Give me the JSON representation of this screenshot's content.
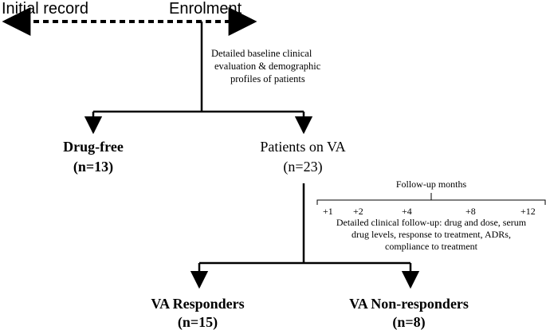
{
  "timeline": {
    "initial_record": "Initial record",
    "enrolment": "Enrolment"
  },
  "baseline_note": [
    "Detailed baseline clinical",
    "evaluation & demographic",
    "profiles of patients"
  ],
  "groups": {
    "drug_free": {
      "label": "Drug-free",
      "count": "(n=13)"
    },
    "patients_on_va": {
      "label": "Patients on VA",
      "count": "(n=23)"
    }
  },
  "followup": {
    "title": "Follow-up months",
    "months": [
      "+1",
      "+2",
      "+4",
      "+8",
      "+12"
    ],
    "note": [
      "Detailed clinical follow-up: drug and dose, serum",
      "drug levels, response to treatment, ADRs,",
      "compliance to treatment"
    ]
  },
  "outcomes": {
    "responders": {
      "label": "VA Responders",
      "count": "(n=15)"
    },
    "non_responders": {
      "label": "VA Non-responders",
      "count": "(n=8)"
    }
  },
  "colors": {
    "ink": "#000000",
    "background": "#ffffff"
  }
}
